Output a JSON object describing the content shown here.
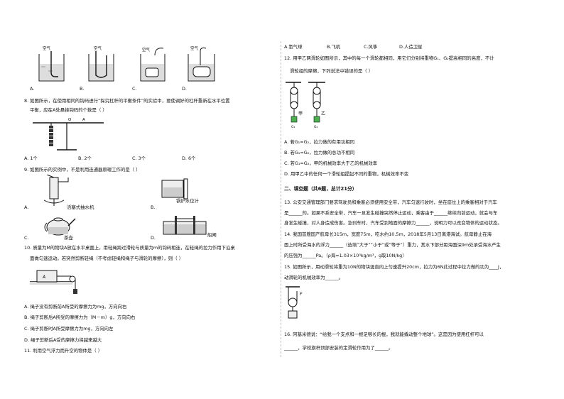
{
  "left": {
    "q7_labels": {
      "air": "空气",
      "options": [
        "A.",
        "B.",
        "C.",
        "D."
      ]
    },
    "q8": {
      "stem1": "8. 如图所示，在使用相同的钩码进行“探究杠杆的平衡条件”的实验中，要使调好的杠杆重新在水平位置",
      "stem2": "平衡，应在A处悬挂钩码的个数是（     ）",
      "point_labels": [
        "O",
        "A"
      ],
      "options": [
        "A. 1个",
        "B. 2个",
        "C. 3个",
        "D. 6个"
      ]
    },
    "q9": {
      "stem": "9. 如图所示的实例中，不是利用连通器原理工作的是（     ）",
      "labels": [
        "活塞式抽水机",
        "锅炉水位计",
        "茶壶",
        "船闸"
      ],
      "options": [
        "A.",
        "B.",
        "C.",
        "D."
      ]
    },
    "q10": {
      "stem1": "10. 质量为M的物块A放在水平桌面上，用轻绳跨过滑轮与质量为m的钩码相连，在轻绳的拉力作用下沿桌",
      "stem2": "面做匀速运动。若突然剪断轻绳（不考虑轻绳和绳子与滑轮的摩擦），则（     ）",
      "label": "A",
      "options": [
        "A. 绳子没有剪断前A所受的摩擦力为mg，方向向右",
        "B. 绳子剪断后A所受的摩擦力为（M－m）g，方向向右",
        "C. 绳子剪断时A所受摩擦力为mg，方向向左",
        "D. 绳子剪断后A受的摩擦力将越来越大"
      ]
    },
    "q11": {
      "stem": "11. 利用空气浮力而升空的物体是（     ）"
    }
  },
  "right": {
    "q11_options": [
      "A.氢气球",
      "B.飞机",
      "C.风筝",
      "D.人造卫星"
    ],
    "q12": {
      "stem1": "12. 用甲乙两滑轮如图所示，其中的每一个滑轮都相同，用它们分别将重物G₁、G₂提高相同的高度，不计",
      "stem2": "滑轮组的摩擦，下列说法中错误的是（     ）",
      "labels": [
        "甲",
        "乙",
        "G₁",
        "G₂"
      ],
      "options": [
        "A. 若G₁=G₂，拉力做的有用功相同",
        "B. 若G₁=G₂，拉力做的总功不相同",
        "C. 若G₁=G₂，甲的机械效率大于乙的机械效率",
        "D. 用甲乙中的任何一个滑轮组提起不同的重物，机械效率不变"
      ]
    },
    "section2": "二、填空题（共6题，总计21分）",
    "q13": [
      "13. 公安交通管理部门要求驾驶员和乘客必须使用安全带，汽车匀速行驶时，坐在座位上的乘客相对于汽车",
      "是______的。如果不系安全带，汽车一旦发生碰撞突然停止运动，乘客由于______继续向前运动，就会与车",
      "身发生碰撞，对人身造成伤害。急刹车时，汽车受到地面的摩擦力______，说明力可以改变物体的运动状态。"
    ],
    "q14": [
      "14. 我国首艘国产航母长315m，宽度75m，吃水约10.5m，2018年5月13日离港海试。航母静止在海",
      "面上时所受海水的浮力______（选填“大于”“小于”或“等于”）重力，其水下部分距海面深9m处承受海水产生",
      "的压强为______Pa。（ρ海=1.03×10³kg/m³，g取10N/kg）"
    ],
    "q15": [
      "15. 如图所示，用动滑轮将重为10N的物块竖直向上匀速提升20cm，拉力为6N此过程中拉力做的功为____J，",
      "动滑轮的机械效率为______。"
    ],
    "q15_label": "F",
    "q16": [
      "16. 阿基米德说：“给我一个支点和一根足够长的棍，我就能撬动整个地球”。这是因为使用杠杆可以",
      "______，学校旗杆顶部安装的定滑轮作用为了______。"
    ]
  },
  "colors": {
    "green": "#4caf50",
    "ink": "#111111",
    "water": "#d8d8d8"
  }
}
